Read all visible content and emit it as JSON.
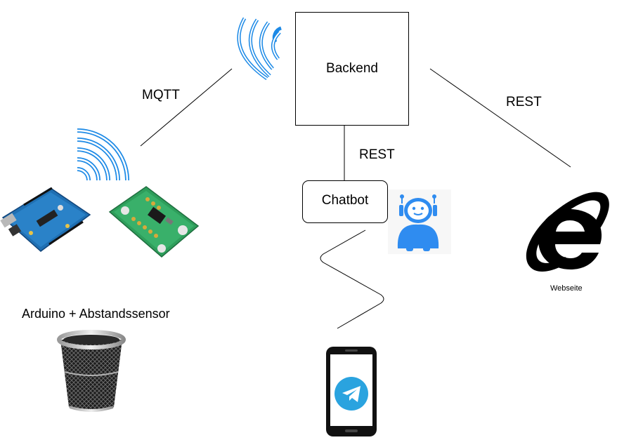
{
  "nodes": {
    "backend": "Backend",
    "chatbot": "Chatbot",
    "arduino": "Arduino + Abstandssensor",
    "website": "Webseite"
  },
  "edges": {
    "mqtt": "MQTT",
    "rest_chatbot": "REST",
    "rest_website": "REST"
  },
  "icons": {
    "wifi_top": "wifi-icon",
    "wifi_arduino": "wifi-icon",
    "arduino_board": "arduino-board-icon",
    "sensor_board": "distance-sensor-icon",
    "robot": "robot-icon",
    "ie": "internet-explorer-icon",
    "trash": "trash-bin-icon",
    "phone": "smartphone-telegram-icon"
  },
  "colors": {
    "wifi_blue": "#1d8ae6",
    "robot_blue": "#2f8cf0",
    "arduino_blue": "#1f6fb2",
    "sensor_green": "#2e9e5b",
    "telegram_blue": "#2aa3df"
  }
}
